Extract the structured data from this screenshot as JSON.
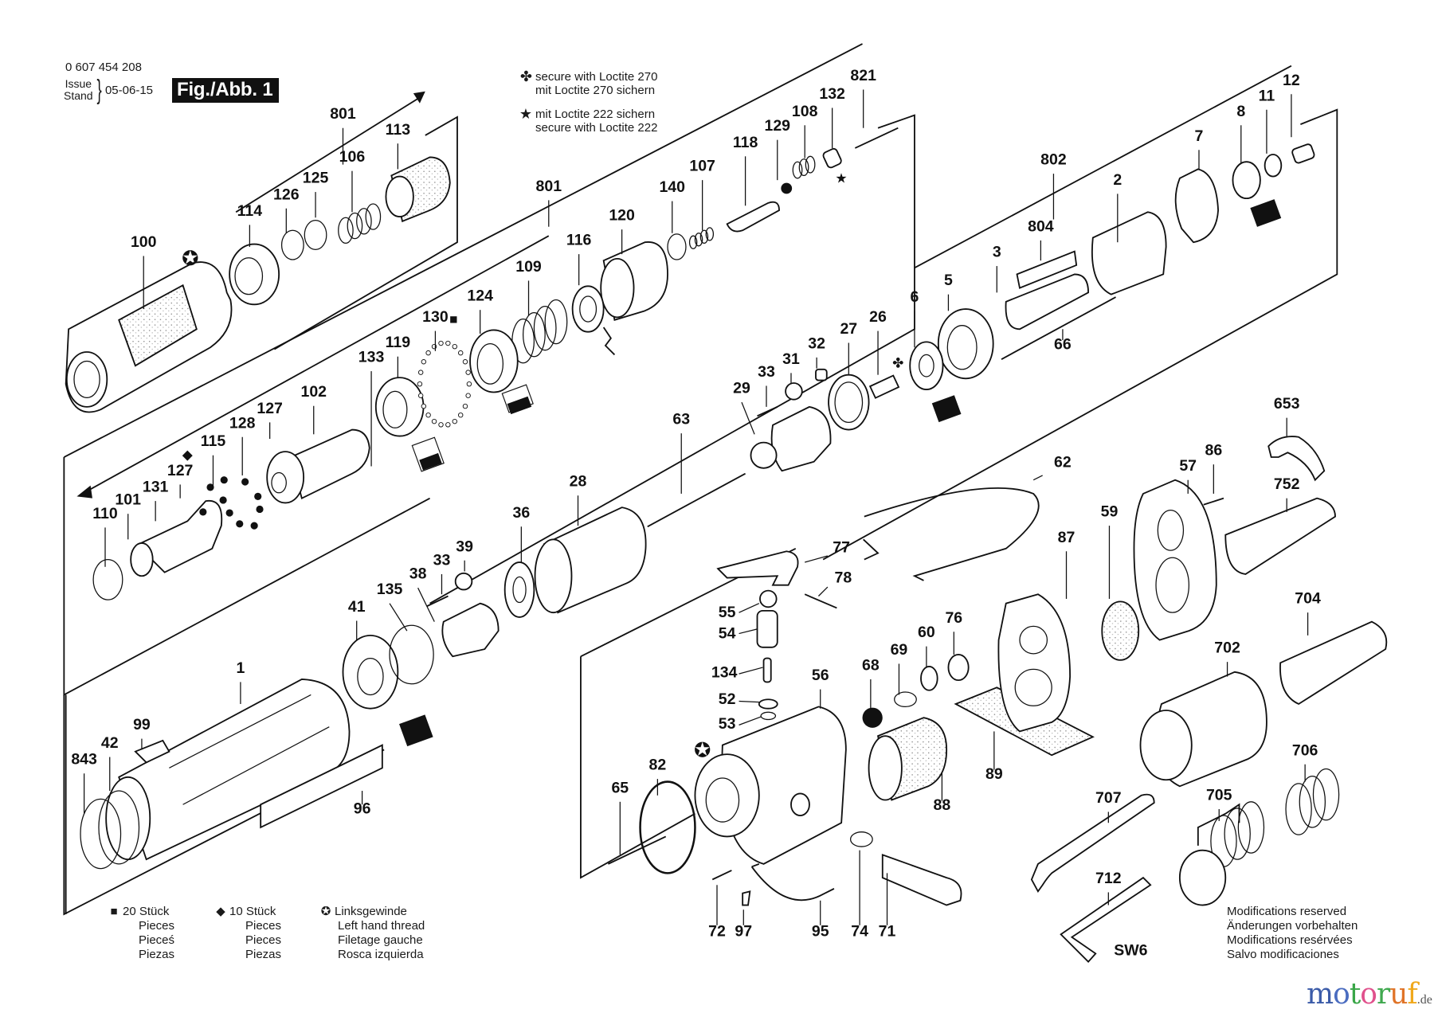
{
  "header": {
    "doc_number": "0 607 454 208",
    "issue_label_en": "Issue",
    "issue_label_de": "Stand",
    "issue_date": "05-06-15",
    "figure_label": "Fig./Abb. 1"
  },
  "notes": {
    "loctite_270": {
      "symbol": "clover-icon",
      "glyph": "✤",
      "line1": "secure with Loctite 270",
      "line2": "mit Loctite 270 sichern"
    },
    "loctite_222": {
      "symbol": "star-icon",
      "glyph": "★",
      "line1": "mit Loctite 222 sichern",
      "line2": "secure with Loctite 222"
    }
  },
  "legend": {
    "pieces_20": {
      "symbol": "square-icon",
      "glyph": "■",
      "qty": "20 Stück",
      "lines": [
        "Pieces",
        "Pieceś",
        "Piezas"
      ]
    },
    "pieces_10": {
      "symbol": "diamond-icon",
      "glyph": "◆",
      "qty": "10 Stück",
      "lines": [
        "Pieces",
        "Pieces",
        "Piezas"
      ]
    },
    "left_hand": {
      "symbol": "circled-star-icon",
      "glyph": "✪",
      "lines": [
        "Linksgewinde",
        "Left hand thread",
        "Filetage gauche",
        "Rosca izquierda"
      ]
    }
  },
  "modifications": [
    "Modifications reserved",
    "Änderungen vorbehalten",
    "Modifications resérvées",
    "Salvo modificaciones"
  ],
  "logo": {
    "letters": [
      {
        "ch": "m",
        "color": "#3b5ba8"
      },
      {
        "ch": "o",
        "color": "#4a6cc0"
      },
      {
        "ch": "t",
        "color": "#3aa648"
      },
      {
        "ch": "o",
        "color": "#e0508c"
      },
      {
        "ch": "r",
        "color": "#3fa84e"
      },
      {
        "ch": "u",
        "color": "#e07428"
      },
      {
        "ch": "f",
        "color": "#f0a81c"
      }
    ],
    "tld": ".de"
  },
  "parts": [
    "801",
    "113",
    "106",
    "125",
    "126",
    "114",
    "100",
    "821",
    "132",
    "108",
    "129",
    "118",
    "107",
    "140",
    "120",
    "801",
    "116",
    "109",
    "124",
    "130",
    "119",
    "133",
    "102",
    "127",
    "128",
    "115",
    "127",
    "131",
    "101",
    "110",
    "12",
    "11",
    "8",
    "7",
    "2",
    "802",
    "804",
    "3",
    "5",
    "6",
    "66",
    "26",
    "27",
    "32",
    "31",
    "33",
    "29",
    "63",
    "28",
    "36",
    "39",
    "33",
    "38",
    "135",
    "41",
    "1",
    "99",
    "42",
    "843",
    "96",
    "653",
    "86",
    "57",
    "752",
    "62",
    "87",
    "59",
    "704",
    "702",
    "706",
    "77",
    "78",
    "55",
    "54",
    "134",
    "52",
    "53",
    "56",
    "68",
    "69",
    "60",
    "76",
    "82",
    "65",
    "89",
    "88",
    "72",
    "97",
    "95",
    "74",
    "71",
    "707",
    "705",
    "712",
    "SW6"
  ],
  "part_markers": {
    "130": "square-icon",
    "127": "diamond-icon",
    "100": "circled-star-icon",
    "56": "circled-star-icon",
    "132": "star-icon",
    "26": "clover-icon"
  }
}
